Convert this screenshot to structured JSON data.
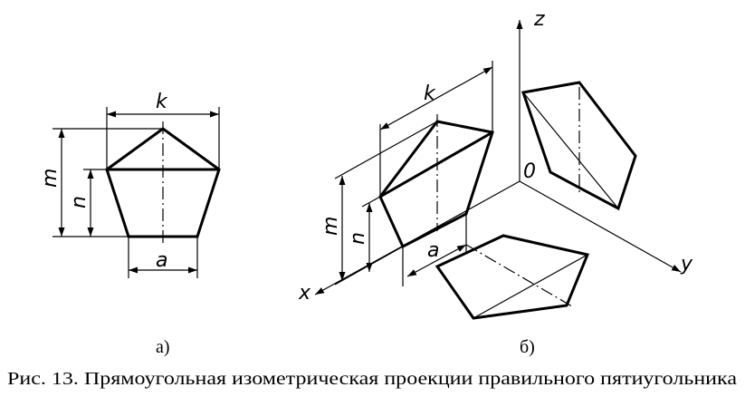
{
  "figure_a": {
    "dimensions": {
      "k": "k",
      "m": "m",
      "n": "n",
      "a": "a"
    },
    "sublabel": "а)"
  },
  "figure_b": {
    "axes": {
      "x": "x",
      "y": "y",
      "z": "z",
      "origin": "0"
    },
    "dimensions": {
      "k": "k",
      "m": "m",
      "n": "n",
      "a": "a"
    },
    "sublabel": "б)"
  },
  "caption": "Рис. 13. Прямоугольная изометрическая проекции правильного пятиугольника"
}
